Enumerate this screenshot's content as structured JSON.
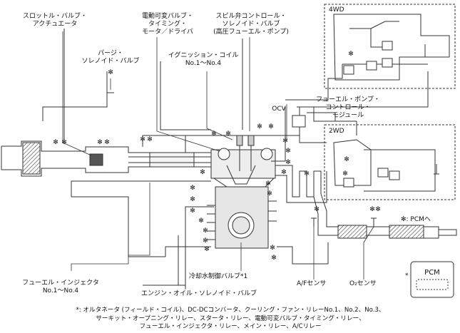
{
  "labels": {
    "throttle": [
      "スロットル・バルブ・",
      "アクチュエータ"
    ],
    "purge": [
      "パージ・",
      "ソレノイド・バルブ"
    ],
    "vvt_motor": [
      "電動可変バルブ・",
      "タイミング・",
      "モータ／ドライバ"
    ],
    "spill_valve": [
      "スピル弁コントロール・",
      "ソレノイド・バルブ",
      "(高圧フューエル・ポンプ)"
    ],
    "ignition_coil": [
      "イグニッション・コイル",
      "No.1～No.4"
    ],
    "ocv": "OCV",
    "fuel_pump_module": [
      "フューエル・ポンプ・",
      "コントロール・",
      "モジュール"
    ],
    "four_wd": "4WD",
    "two_wd": "2WD",
    "pcm_legend": "✻: PCMへ",
    "injector": [
      "フューエル・インジェクタ",
      "No.1～No.4"
    ],
    "coolant_valve": "冷却水制御バルブ*1",
    "oil_solenoid": "エンジン・オイル・ソレノイド・バルブ",
    "af_sensor": "A/Fセンサ",
    "o2_sensor": "O₂センサ",
    "pcm": "PCM",
    "asterisk": "*"
  },
  "footnote": [
    "*: オルタネータ (フィールド・コイル)、DC-DCコンバータ、クーリング・ファン・リレーNo.1、No.2、No.3、",
    "サーキット・オープニング・リレー、スタータ・リレー、電動可変バルブ・タイミング・リレー、",
    "フューエル・インジェクタ・リレー、メイン・リレー、A/Cリレー"
  ],
  "marker": "✻",
  "colors": {
    "line": "#333333",
    "fill_light": "#e6e6e6",
    "fill_dark": "#555555"
  }
}
